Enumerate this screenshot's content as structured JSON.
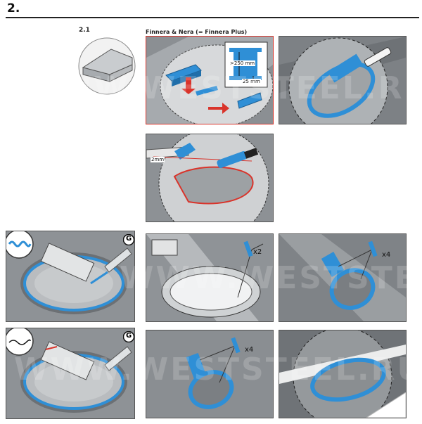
{
  "header": {
    "step_number": "2.",
    "substep_label": "2.1",
    "variant_caption": "Finnera & Nera (= Finnera Plus)"
  },
  "measurements": {
    "height_label": ">250 mm",
    "depth_label": "25 mm",
    "gap_label": "2mm"
  },
  "fastener_counts": {
    "row3_center": "x2",
    "row3_right": "x4",
    "row4_center": "x4"
  },
  "sealant_badge": {
    "letter": "G"
  },
  "watermark": {
    "text": "WWW.WESTSTEEL.RU"
  },
  "colors": {
    "accent_blue": "#2f8fd6",
    "highlight_red": "#d9342b",
    "roof_gray": "#8e9296"
  }
}
